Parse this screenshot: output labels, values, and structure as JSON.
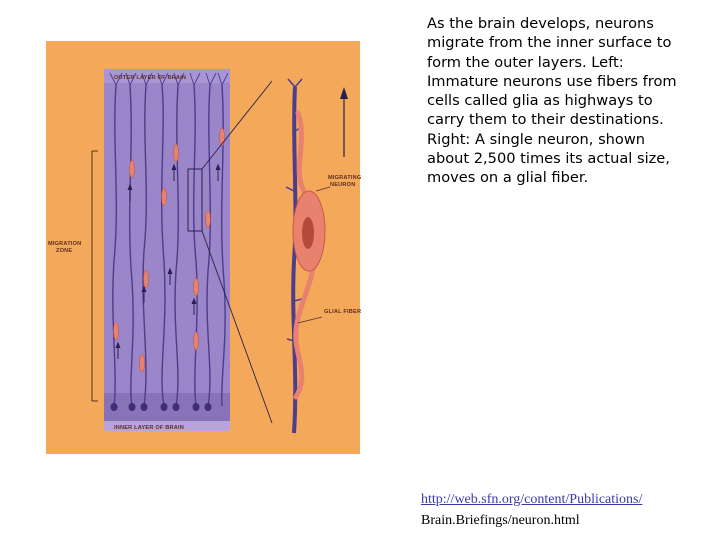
{
  "caption": {
    "lines": [
      "As the brain develops, neurons",
      "migrate from the inner surface to",
      "form the outer layers. Left:",
      "Immature neurons use fibers from",
      "cells called glia as highways to",
      "carry them to their destinations.",
      "Right: A single neuron, shown",
      "about 2,500 times its actual size,",
      "moves on a glial fiber."
    ]
  },
  "figure": {
    "outer_label": "OUTER LAYER OF BRAIN",
    "inner_label": "INNER LAYER OF BRAIN",
    "migration_label_1": "MIGRATION",
    "migration_label_2": "ZONE",
    "migrating_label_1": "MIGRATING",
    "migrating_label_2": "NEURON",
    "glial_label": "GLIAL FIBER",
    "background_color": "#f4a85a",
    "tissue_color": "#9a86c8",
    "neuron_color": "#e8826e"
  },
  "source": {
    "link_line": "http://web.sfn.org/content/Publications/",
    "path_line": "Brain.Briefings/neuron.html"
  }
}
